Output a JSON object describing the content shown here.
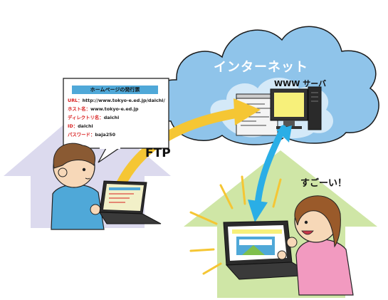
{
  "cloud_label": "インターネット",
  "server_label": "WWW サーバ",
  "ftp_label": "FTP",
  "exclamation": "すごーい！",
  "publish_note": {
    "title": "ホームページの発行票",
    "rows": [
      {
        "key": "URL",
        "sep": "：",
        "value": "http://www.tokyo-e.ed.jp/daichi/"
      },
      {
        "key": "ホスト名",
        "sep": "：",
        "value": "www.tokyo-e.ed.jp"
      },
      {
        "key": "ディレクトリ名",
        "sep": "：",
        "value": "daichi"
      },
      {
        "key": "ID",
        "sep": "：",
        "value": "daichi"
      },
      {
        "key": "パスワード",
        "sep": "：",
        "value": "baja250"
      }
    ]
  },
  "colors": {
    "cloud": "#8fc4ea",
    "cloud_inner": "#d4e9f8",
    "house_left": "#dcdaee",
    "house_right": "#cfe6a6",
    "ftp_arrow": "#f5c634",
    "view_arrow": "#2aaee6",
    "accent_red": "#d81e1e"
  }
}
